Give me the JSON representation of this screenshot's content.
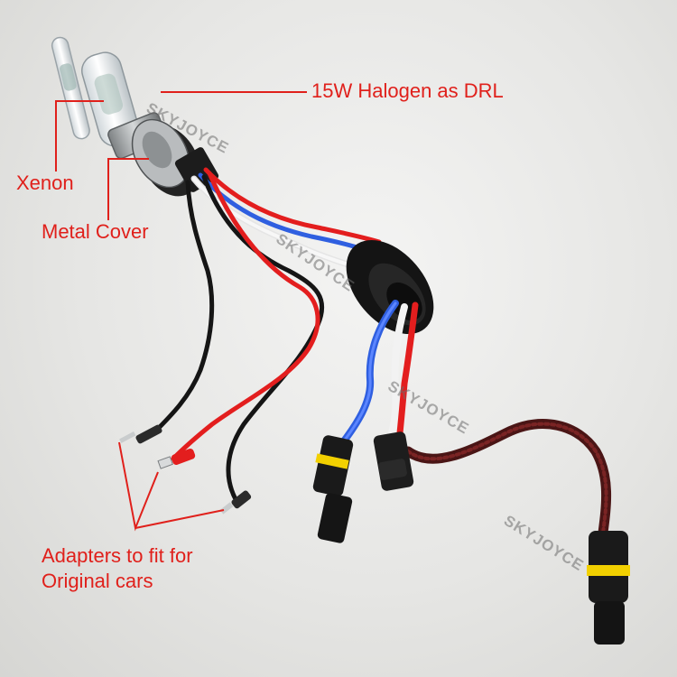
{
  "annotations": {
    "drl_label": "15W Halogen as DRL",
    "xenon_label": "Xenon",
    "cover_label": "Metal Cover",
    "adapters_line1": "Adapters to fit for",
    "adapters_line2": "Original cars"
  },
  "watermark": "SKYJOYCE",
  "colors": {
    "annotation_red": "#e0201b",
    "wire_red": "#e31e1e",
    "wire_blue": "#2f5fe0",
    "wire_black": "#151515",
    "wire_white": "#f2f2f2",
    "braided_sleeve": "#4a1515",
    "connector_black": "#1a1a1a",
    "connector_seal_yellow": "#f2d000"
  },
  "icons": [
    "xenon-bulb",
    "rubber-grommet",
    "spade-connector",
    "waterproof-plug"
  ]
}
